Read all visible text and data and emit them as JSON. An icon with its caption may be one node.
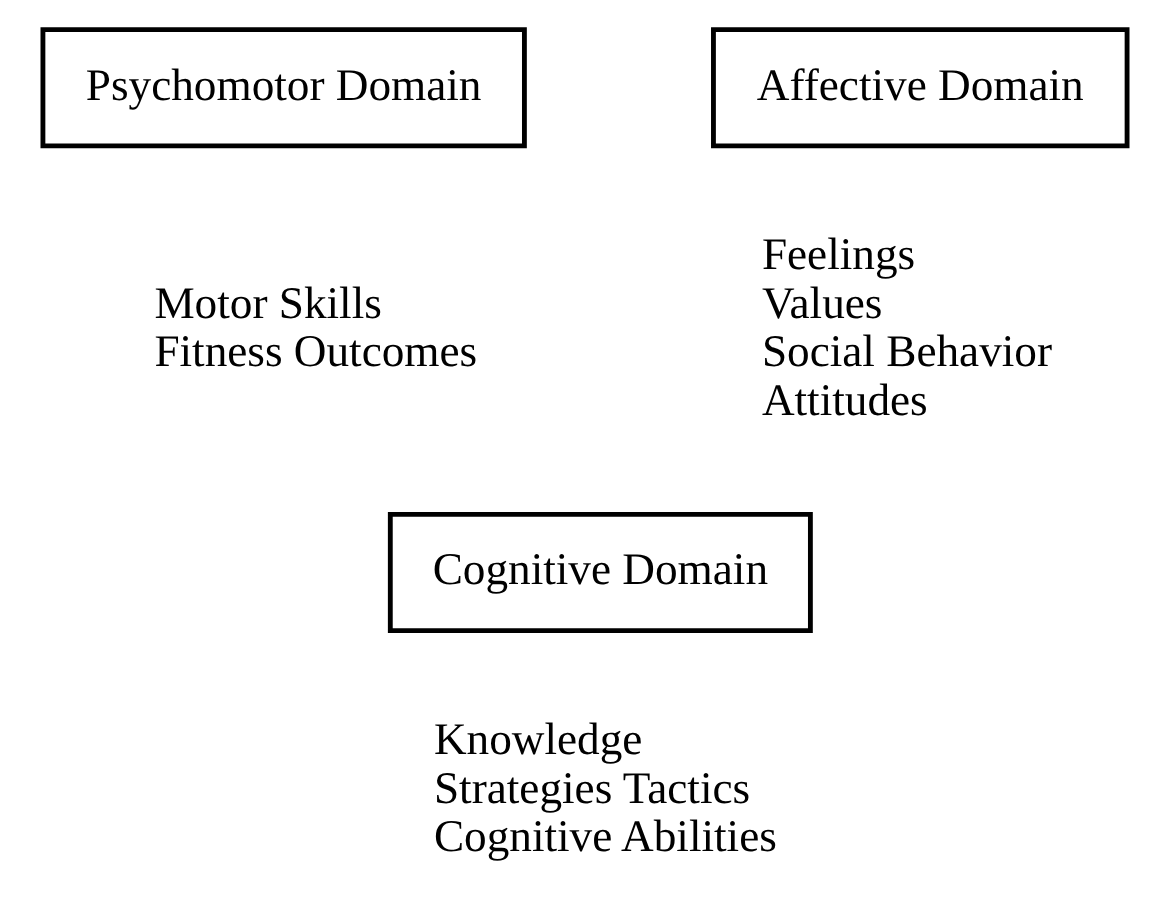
{
  "diagram": {
    "nodes": [
      {
        "text": [
          "Psychomotor Domain"
        ],
        "beside": [
          "Motor Skills",
          "Fitness Outcomes"
        ]
      },
      {
        "text": [
          "Affective Domain"
        ],
        "beside": [
          "Feelings",
          "Values",
          "Social Behavior",
          "Attitudes"
        ]
      },
      {
        "text": [
          "Cognitive Domain"
        ],
        "beside": [
          "Knowledge",
          "Strategies Tactics",
          "Cognitive Abilities"
        ]
      }
    ]
  }
}
